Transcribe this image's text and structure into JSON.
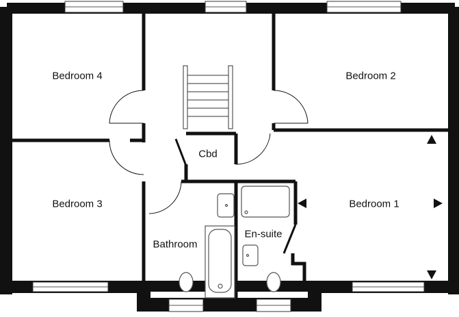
{
  "rooms": {
    "bedroom4": "Bedroom 4",
    "bedroom2": "Bedroom 2",
    "cupboard": "Cbd",
    "bedroom3": "Bedroom 3",
    "bedroom1": "Bedroom 1",
    "bathroom": "Bathroom",
    "ensuite": "En-suite"
  },
  "colors": {
    "wall": "#111111",
    "background": "#ffffff",
    "fixture": "#555555"
  }
}
